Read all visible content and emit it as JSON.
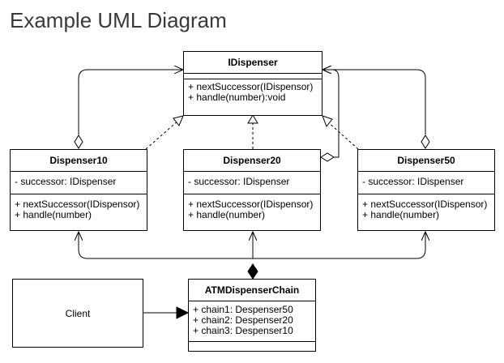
{
  "title": "Example UML Diagram",
  "classes": {
    "idispenser": {
      "name": "IDispenser",
      "attributes": [],
      "methods": [
        "+ nextSuccessor(IDispensor)",
        "+ handle(number):void"
      ]
    },
    "dispenser10": {
      "name": "Dispenser10",
      "attributes": [
        "- successor: IDispenser"
      ],
      "methods": [
        "+ nextSuccessor(IDispensor)",
        "+ handle(number)"
      ]
    },
    "dispenser20": {
      "name": "Dispenser20",
      "attributes": [
        "- successor: IDispenser"
      ],
      "methods": [
        "+ nextSuccessor(IDispensor)",
        "+ handle(number)"
      ]
    },
    "dispenser50": {
      "name": "Dispenser50",
      "attributes": [
        "- successor: IDispenser"
      ],
      "methods": [
        "+ nextSuccessor(IDispensor)",
        "+ handle(number)"
      ]
    },
    "atm": {
      "name": "ATMDispenserChain",
      "attributes": [
        "+ chain1: Despenser50",
        "+ chain2: Despenser20",
        "+ chain3: Despenser10"
      ],
      "methods": []
    },
    "client": {
      "name": "Client"
    }
  },
  "relations": [
    {
      "type": "realization",
      "from": "dispenser10",
      "to": "idispenser"
    },
    {
      "type": "realization",
      "from": "dispenser20",
      "to": "idispenser"
    },
    {
      "type": "realization",
      "from": "dispenser50",
      "to": "idispenser"
    },
    {
      "type": "aggregation",
      "from": "dispenser10",
      "to": "idispenser"
    },
    {
      "type": "aggregation",
      "from": "dispenser20",
      "to": "idispenser"
    },
    {
      "type": "aggregation",
      "from": "dispenser50",
      "to": "idispenser"
    },
    {
      "type": "composition",
      "from": "atm",
      "to": "dispenser10"
    },
    {
      "type": "composition",
      "from": "atm",
      "to": "dispenser20"
    },
    {
      "type": "composition",
      "from": "atm",
      "to": "dispenser50"
    },
    {
      "type": "association",
      "from": "client",
      "to": "atm"
    }
  ]
}
